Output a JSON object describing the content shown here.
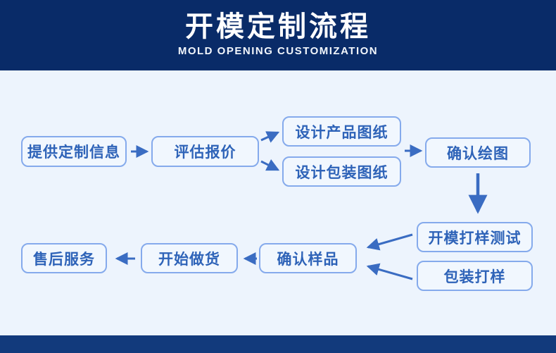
{
  "header": {
    "title": "开模定制流程",
    "subtitle": "MOLD OPENING CUSTOMIZATION"
  },
  "flow": {
    "steps": [
      {
        "id": "provide-info",
        "label": "提供定制信息"
      },
      {
        "id": "evaluate-quote",
        "label": "评估报价"
      },
      {
        "id": "design-product-drawing",
        "label": "设计产品图纸"
      },
      {
        "id": "design-packaging-drawing",
        "label": "设计包装图纸"
      },
      {
        "id": "confirm-drawing",
        "label": "确认绘图"
      },
      {
        "id": "mold-sample-test",
        "label": "开模打样测试"
      },
      {
        "id": "packaging-sample",
        "label": "包装打样"
      },
      {
        "id": "confirm-sample",
        "label": "确认样品"
      },
      {
        "id": "start-production",
        "label": "开始做货"
      },
      {
        "id": "after-sales-service",
        "label": "售后服务"
      }
    ],
    "connections": [
      "提供定制信息 → 评估报价",
      "评估报价 → 设计产品图纸",
      "评估报价 → 设计包装图纸",
      "设计图纸 → 确认绘图",
      "确认绘图 → 开模打样测试",
      "开模打样测试 → 确认样品",
      "包装打样 → 确认样品",
      "确认样品 → 开始做货",
      "开始做货 → 售后服务"
    ]
  },
  "colors": {
    "header_background": "#092b68",
    "footer_background": "#123a7c",
    "body_background": "#edf4fd",
    "node_fill": "#f1f7fe",
    "node_border": "#85aaec",
    "node_text": "#2e63b8",
    "arrow": "#3a6cc2",
    "title_text": "#ffffff"
  }
}
